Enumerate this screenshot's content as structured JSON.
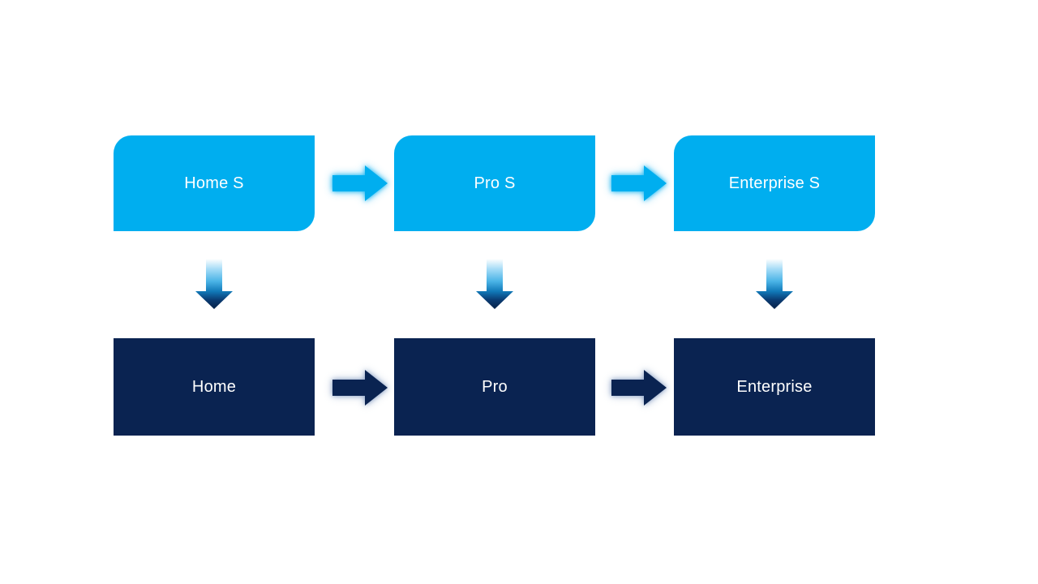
{
  "diagram": {
    "type": "flow",
    "columns": [
      {
        "top_label": "Home S",
        "bottom_label": "Home"
      },
      {
        "top_label": "Pro S",
        "bottom_label": "Pro"
      },
      {
        "top_label": "Enterprise S",
        "bottom_label": "Enterprise"
      }
    ],
    "colors": {
      "background": "#FFFFFF",
      "top_box_fill": "#00AEEF",
      "bottom_box_fill": "#0A2351",
      "label_text": "#FFFFFF",
      "down_arrow_gradient_top": "#FFFFFF",
      "down_arrow_gradient_mid": "#2E9FD9",
      "down_arrow_gradient_bottom": "#082248"
    }
  }
}
